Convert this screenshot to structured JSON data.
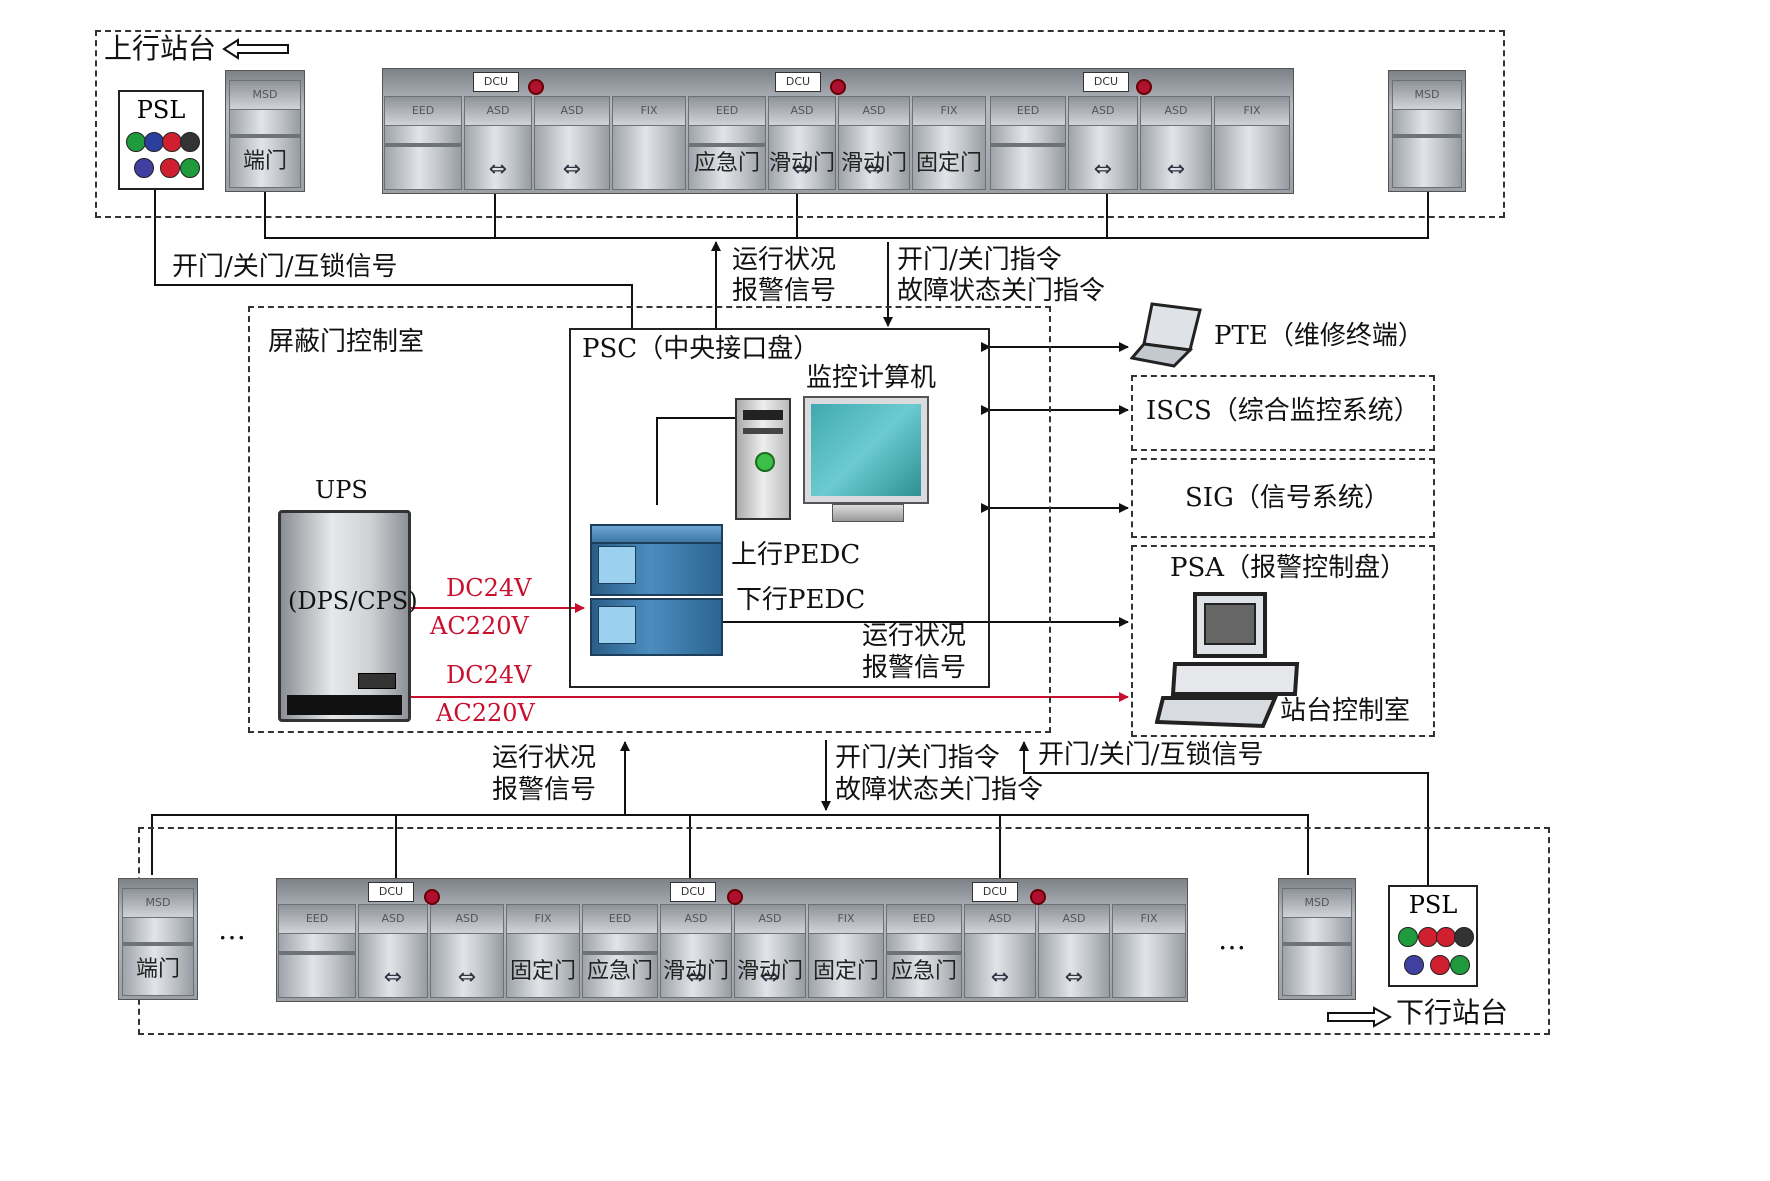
{
  "upper": {
    "title": "上行站台",
    "psl_label": "PSL",
    "panel_labels": [
      "端门",
      "应急门",
      "滑动门",
      "滑动门",
      "固定门"
    ]
  },
  "lower": {
    "title": "下行站台",
    "psl_label": "PSL",
    "panel_labels": [
      "端门",
      "固定门",
      "应急门",
      "滑动门",
      "滑动门",
      "固定门",
      "应急门"
    ],
    "ellipsis_left": "…",
    "ellipsis_right": "…"
  },
  "signals": {
    "top_left": "开门/关门/互锁信号",
    "top_status": [
      "运行状况",
      "报警信号"
    ],
    "top_cmd": [
      "开门/关门指令",
      "故障状态关门指令"
    ],
    "bottom_status": [
      "运行状况",
      "报警信号"
    ],
    "bottom_cmd": [
      "开门/关门指令",
      "故障状态关门指令"
    ],
    "bottom_right": "开门/关门/互锁信号",
    "psa_status": [
      "运行状况",
      "报警信号"
    ]
  },
  "control_room": {
    "title": "屏蔽门控制室",
    "psc": "PSC（中央接口盘）",
    "computer": "监控计算机",
    "pedc_up": "上行PEDC",
    "pedc_down": "下行PEDC",
    "ups": "UPS",
    "ups_inner": "(DPS/CPS)",
    "power1": [
      "DC24V",
      "AC220V"
    ],
    "power2": [
      "DC24V",
      "AC220V"
    ]
  },
  "external": {
    "pte": "PTE（维修终端）",
    "iscs": "ISCS（综合监控系统）",
    "sig": "SIG（信号系统）",
    "psa": "PSA（报警控制盘）",
    "station_room": "站台控制室"
  },
  "colors": {
    "power_line": "#c8102e",
    "pedc": "#2b5d86",
    "monitor_screen": "#4cb8bd"
  }
}
